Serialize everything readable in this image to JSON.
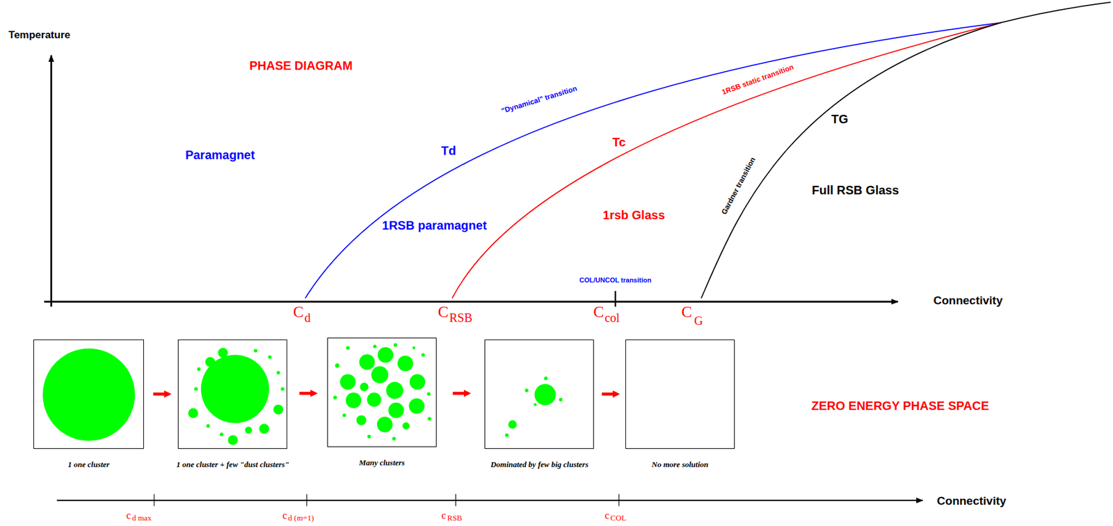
{
  "diagram": {
    "nodes": [
      {
        "text": [
          "1 one cluster"
        ]
      },
      {
        "text": [
          "1 one cluster + few \"dust clusters\""
        ]
      },
      {
        "text": [
          "Many clusters"
        ]
      },
      {
        "text": [
          "Dominated by few big clusters"
        ]
      },
      {
        "text": [
          "No more solution"
        ]
      }
    ],
    "edges": [
      {
        "from": 0,
        "to": 1,
        "arrow": "to"
      },
      {
        "from": 1,
        "to": 2,
        "arrow": "to"
      },
      {
        "from": 2,
        "to": 3,
        "arrow": "to"
      },
      {
        "from": 3,
        "to": 4,
        "arrow": "to"
      }
    ],
    "labels": [
      "Temperature",
      "PHASE DIAGRAM",
      "Paramagnet",
      "\"Dynamical\" transition",
      "Td",
      "1RSB paramagnet",
      "1RSB static transition",
      "Tc",
      "1rsb Glass",
      "Gardner transition",
      "TG",
      "Full RSB Glass",
      "COL/UNCOL transition",
      "Connectivity",
      "C",
      "d",
      "C",
      "RSB",
      "C",
      "col",
      "C",
      "G",
      "ZERO ENERGY PHASE SPACE",
      "Connectivity",
      "c",
      "d max",
      "c",
      "d (m=1)",
      "c",
      "RSB",
      "c",
      "COL"
    ]
  }
}
